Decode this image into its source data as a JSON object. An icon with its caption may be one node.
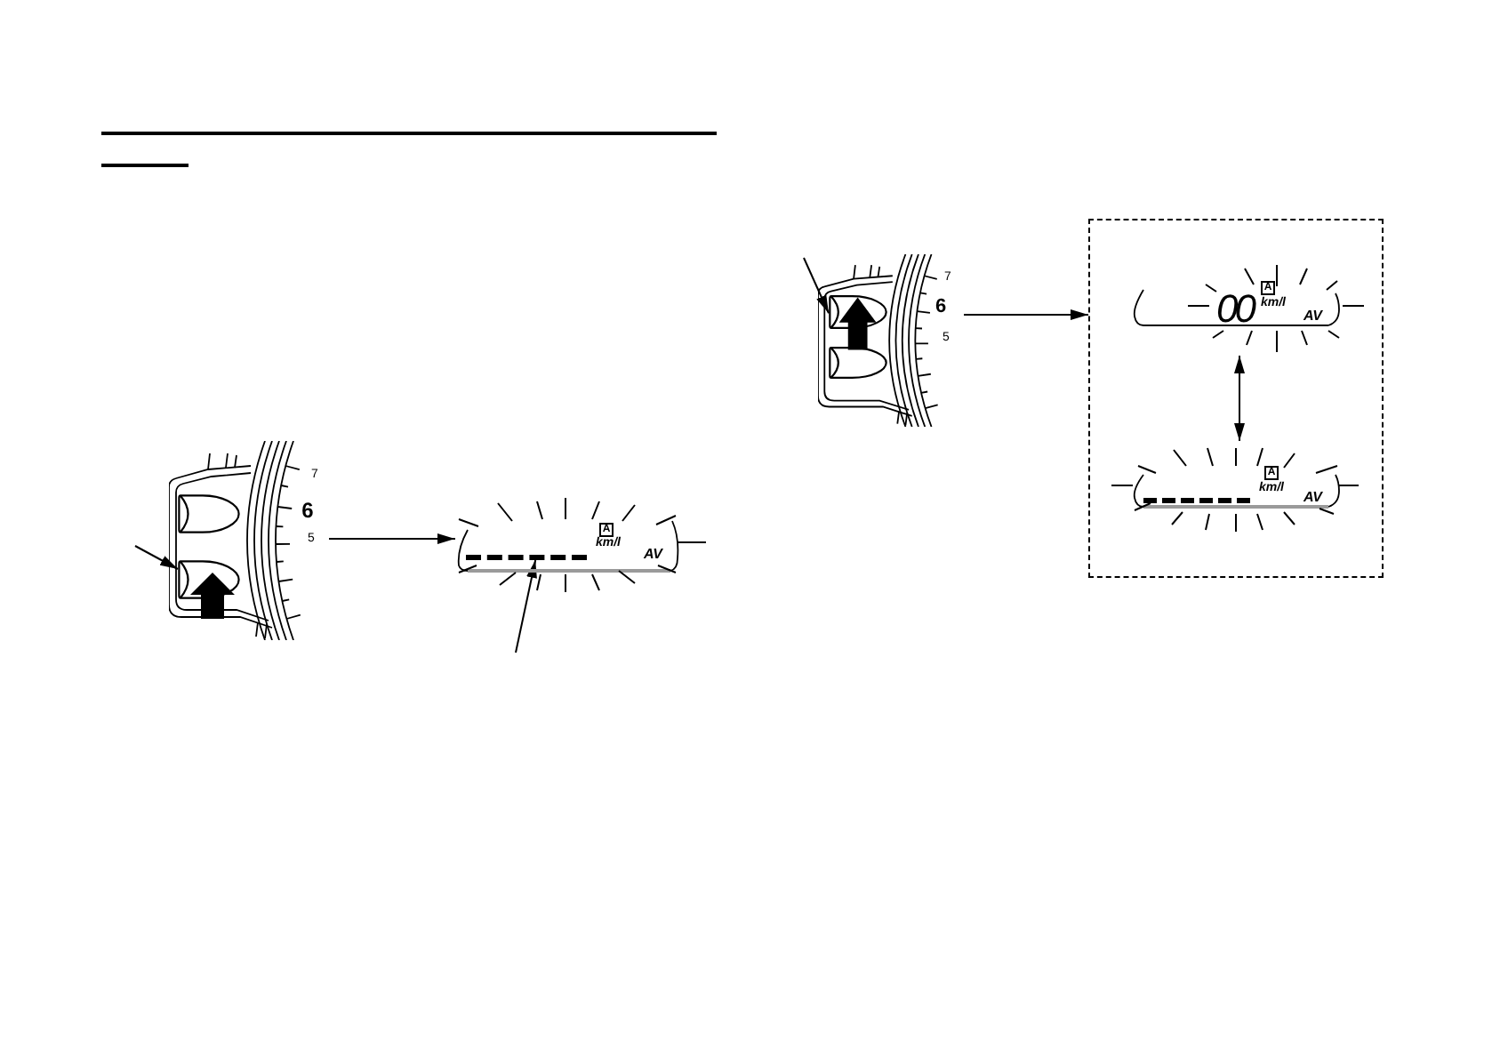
{
  "diagram": {
    "nodes": [
      {
        "text": [],
        "shape": "picture"
      },
      {
        "text": [],
        "shape": "button",
        "in": 0
      },
      {
        "text": [],
        "shape": "button",
        "in": 0
      },
      {
        "text": [
          "A",
          "km/l",
          "AV"
        ]
      },
      {
        "text": [],
        "shape": "bar",
        "in": 3
      },
      {
        "text": [],
        "shape": "picture"
      },
      {
        "text": [],
        "shape": "button",
        "in": 5
      },
      {
        "text": [],
        "shape": "button",
        "in": 5
      },
      {
        "text": [],
        "shape": "box"
      },
      {
        "text": [
          "00",
          "A",
          "km/l",
          "AV"
        ],
        "in": 8
      },
      {
        "text": [
          "A",
          "km/l",
          "AV"
        ],
        "in": 8
      },
      {
        "text": [],
        "shape": "bar",
        "in": 10
      }
    ],
    "edges": [
      {
        "from": null,
        "to": 2,
        "arrow": "to"
      },
      {
        "from": 0,
        "to": 3,
        "arrow": "to"
      },
      {
        "from": null,
        "to": 4,
        "arrow": "to"
      },
      {
        "from": null,
        "to": 6,
        "arrow": "to"
      },
      {
        "from": 5,
        "to": 8,
        "arrow": "to"
      },
      {
        "from": 9,
        "to": 10,
        "arrow": "both"
      }
    ],
    "labels": [
      "7",
      "6",
      "5",
      "7",
      "6",
      "5"
    ]
  }
}
